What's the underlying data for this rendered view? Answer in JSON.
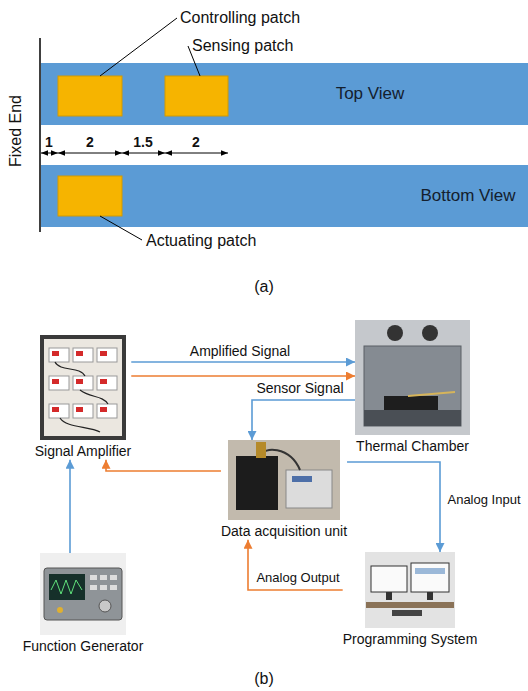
{
  "diagram": {
    "nodes": [
      {
        "text": [
          "Top View"
        ]
      },
      {
        "text": [
          "Bottom View"
        ]
      },
      {
        "text": [
          "Signal Amplifier"
        ]
      },
      {
        "text": [
          "Thermal Chamber"
        ]
      },
      {
        "text": [
          "Data acquisition unit"
        ]
      },
      {
        "text": [
          "Function Generator"
        ]
      },
      {
        "text": [
          "Programming System"
        ]
      }
    ],
    "edges": [
      {
        "from": 2,
        "to": 3,
        "label": "Amplified Signal",
        "arrow": "to"
      },
      {
        "from": 2,
        "to": 3,
        "arrow": "to"
      },
      {
        "from": 3,
        "to": 4,
        "label": "Sensor Signal",
        "arrow": "to"
      },
      {
        "from": 4,
        "to": 2,
        "arrow": "to"
      },
      {
        "from": 5,
        "to": 2,
        "arrow": "to"
      },
      {
        "from": 4,
        "to": 6,
        "label": "Analog Input",
        "arrow": "to"
      },
      {
        "from": 6,
        "to": 4,
        "label": "Analog Output",
        "arrow": "to"
      }
    ],
    "labels": [
      "Controlling patch",
      "Sensing patch",
      "Fixed End",
      "1",
      "2",
      "1.5",
      "2",
      "Actuating patch",
      "(a)",
      "(b)"
    ]
  }
}
